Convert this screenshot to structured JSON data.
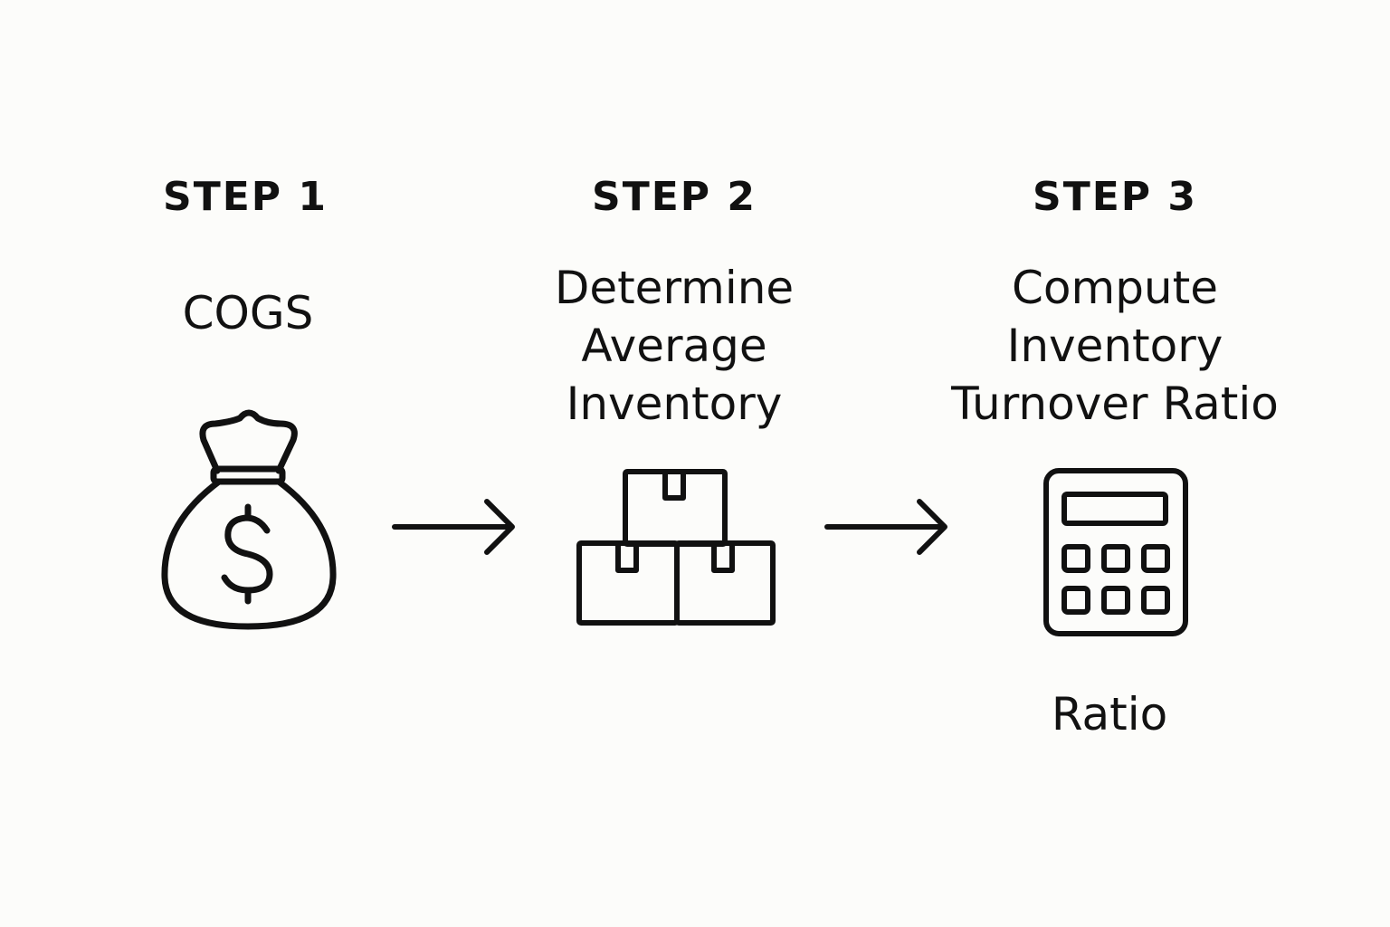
{
  "steps": [
    {
      "label": "STEP 1",
      "title_lines": [
        "COGS"
      ],
      "icon": "money-bag-icon"
    },
    {
      "label": "STEP 2",
      "title_lines": [
        "Determine",
        "Average",
        "Inventory"
      ],
      "icon": "boxes-icon"
    },
    {
      "label": "STEP 3",
      "title_lines": [
        "Compute",
        "Inventory",
        "Turnover Ratio"
      ],
      "icon": "calculator-icon",
      "result_label": "Ratio"
    }
  ],
  "connectors": [
    "right-arrow-icon",
    "right-arrow-icon"
  ],
  "colors": {
    "background": "#fcfcfa",
    "ink": "#111111"
  }
}
